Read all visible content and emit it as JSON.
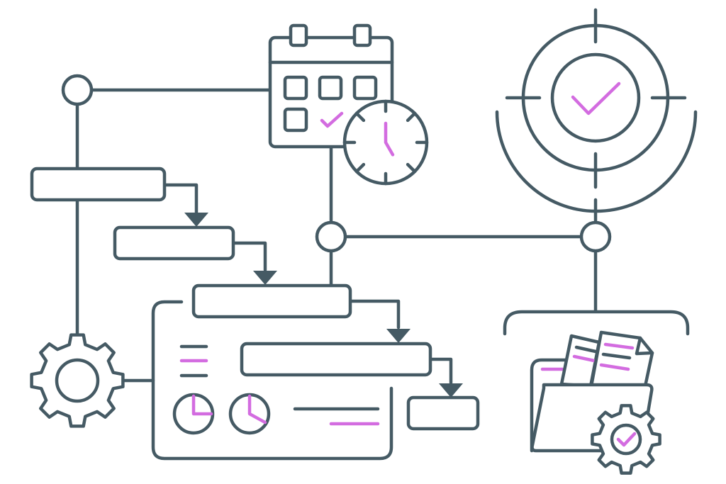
{
  "title": "Workflow automation and scheduling illustration",
  "colors": {
    "stroke": "#455a64",
    "accent": "#d36ce0",
    "background": "#ffffff"
  },
  "elements": {
    "calendar": {
      "label": "Calendar",
      "rows": 2,
      "cells": 4,
      "checked_cell": true
    },
    "clock": {
      "label": "Clock",
      "time": "5:00",
      "hour": 5,
      "minute": 0
    },
    "target": {
      "label": "Target with checkmark"
    },
    "gear_left": {
      "label": "Settings gear"
    },
    "flow_steps": {
      "label": "Process steps",
      "count": 5
    },
    "dashboard": {
      "label": "Report panel",
      "pies": [
        {
          "label": "Pie chart 1",
          "fraction": 0.25
        },
        {
          "label": "Pie chart 2",
          "fraction": 0.33
        }
      ]
    },
    "folder": {
      "label": "Documents folder",
      "documents": 2
    },
    "gear_folder": {
      "label": "Approved settings gear"
    }
  },
  "icons": [
    "calendar-icon",
    "clock-icon",
    "target-icon",
    "check-icon",
    "gear-icon",
    "folder-icon",
    "document-icon",
    "pie-chart-icon"
  ]
}
